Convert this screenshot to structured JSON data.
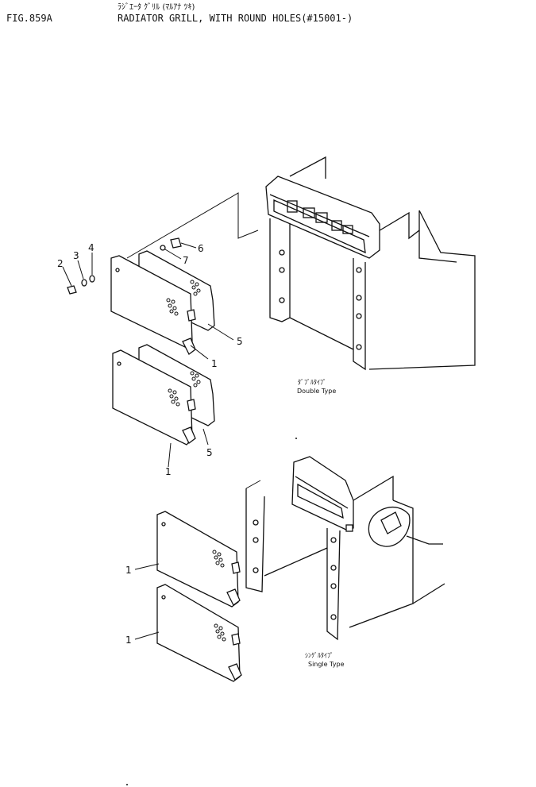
{
  "header": {
    "fig_number": "FIG.859A",
    "title_jp": "ﾗｼﾞｴｰﾀ ｸﾞﾘﾙ (ﾏﾙｱﾅ ﾂｷ)",
    "title_en": "RADIATOR GRILL, WITH ROUND HOLES(#15001-)"
  },
  "callouts": {
    "c1a": "1",
    "c1b": "1",
    "c1c": "1",
    "c1d": "1",
    "c2": "2",
    "c3": "3",
    "c4": "4",
    "c5a": "5",
    "c5b": "5",
    "c6": "6",
    "c7": "7"
  },
  "views": {
    "double_jp": "ﾀﾞﾌﾞﾙﾀｲﾌﾟ",
    "double_en": "Double Type",
    "single_jp": "ｼﾝｸﾞﾙﾀｲﾌﾟ",
    "single_en": "Single Type"
  }
}
